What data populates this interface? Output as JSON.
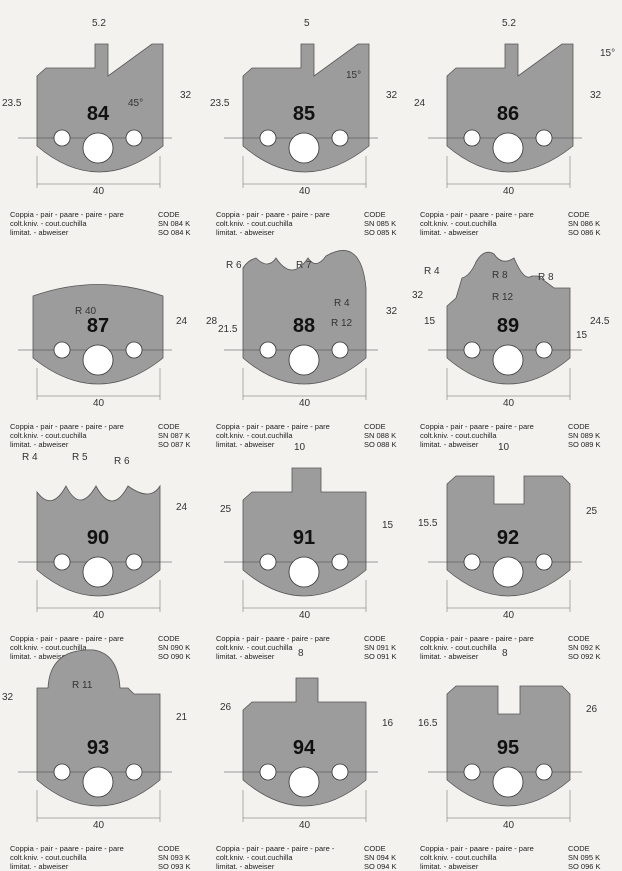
{
  "caption": {
    "line1": "Coppia - pair - paare - paire - pare",
    "line2": "colt.kniv. - cout.cuchilla",
    "line3": "limitat. - abweiser",
    "code_label": "CODE"
  },
  "caption_94_line1": "Coppia - pair - paare - paire - pare  -",
  "profiles": [
    {
      "id": "84",
      "sn": "SN 084 K",
      "so": "SO 084 K",
      "dims": [
        "5.2",
        "32",
        "23.5",
        "45°",
        "40"
      ]
    },
    {
      "id": "85",
      "sn": "SN 085 K",
      "so": "SO 085 K",
      "dims": [
        "5",
        "15°",
        "32",
        "23.5",
        "40"
      ]
    },
    {
      "id": "86",
      "sn": "SN 086 K",
      "so": "SO 086 K",
      "dims": [
        "5.2",
        "15°",
        "32",
        "24",
        "40"
      ]
    },
    {
      "id": "87",
      "sn": "SN 087 K",
      "so": "SO 087 K",
      "dims": [
        "R 40",
        "24",
        "40"
      ]
    },
    {
      "id": "88",
      "sn": "SN 088 K",
      "so": "SO 088 K",
      "dims": [
        "R 6",
        "R 7",
        "R 4",
        "R 12",
        "28",
        "21.5",
        "32",
        "40"
      ]
    },
    {
      "id": "89",
      "sn": "SN 089 K",
      "so": "SO 089 K",
      "dims": [
        "R 4",
        "R 8",
        "R 8",
        "R 12",
        "32",
        "15",
        "24.5",
        "15",
        "40"
      ]
    },
    {
      "id": "90",
      "sn": "SN 090 K",
      "so": "SO 090 K",
      "dims": [
        "R 4",
        "R 5",
        "R 6",
        "24",
        "40"
      ]
    },
    {
      "id": "91",
      "sn": "SN 091 K",
      "so": "SO 091 K",
      "dims": [
        "10",
        "25",
        "15",
        "40"
      ]
    },
    {
      "id": "92",
      "sn": "SN 092 K",
      "so": "SO 092 K",
      "dims": [
        "10",
        "15.5",
        "25",
        "40"
      ]
    },
    {
      "id": "93",
      "sn": "SN 093 K",
      "so": "SO 093 K",
      "dims": [
        "R 11",
        "32",
        "21",
        "40"
      ]
    },
    {
      "id": "94",
      "sn": "SN 094 K",
      "so": "SO 094 K",
      "dims": [
        "8",
        "26",
        "16",
        "40"
      ]
    },
    {
      "id": "95",
      "sn": "SN 095 K",
      "so": "SO 096 K",
      "dims": [
        "8",
        "16.5",
        "26",
        "40"
      ]
    }
  ]
}
